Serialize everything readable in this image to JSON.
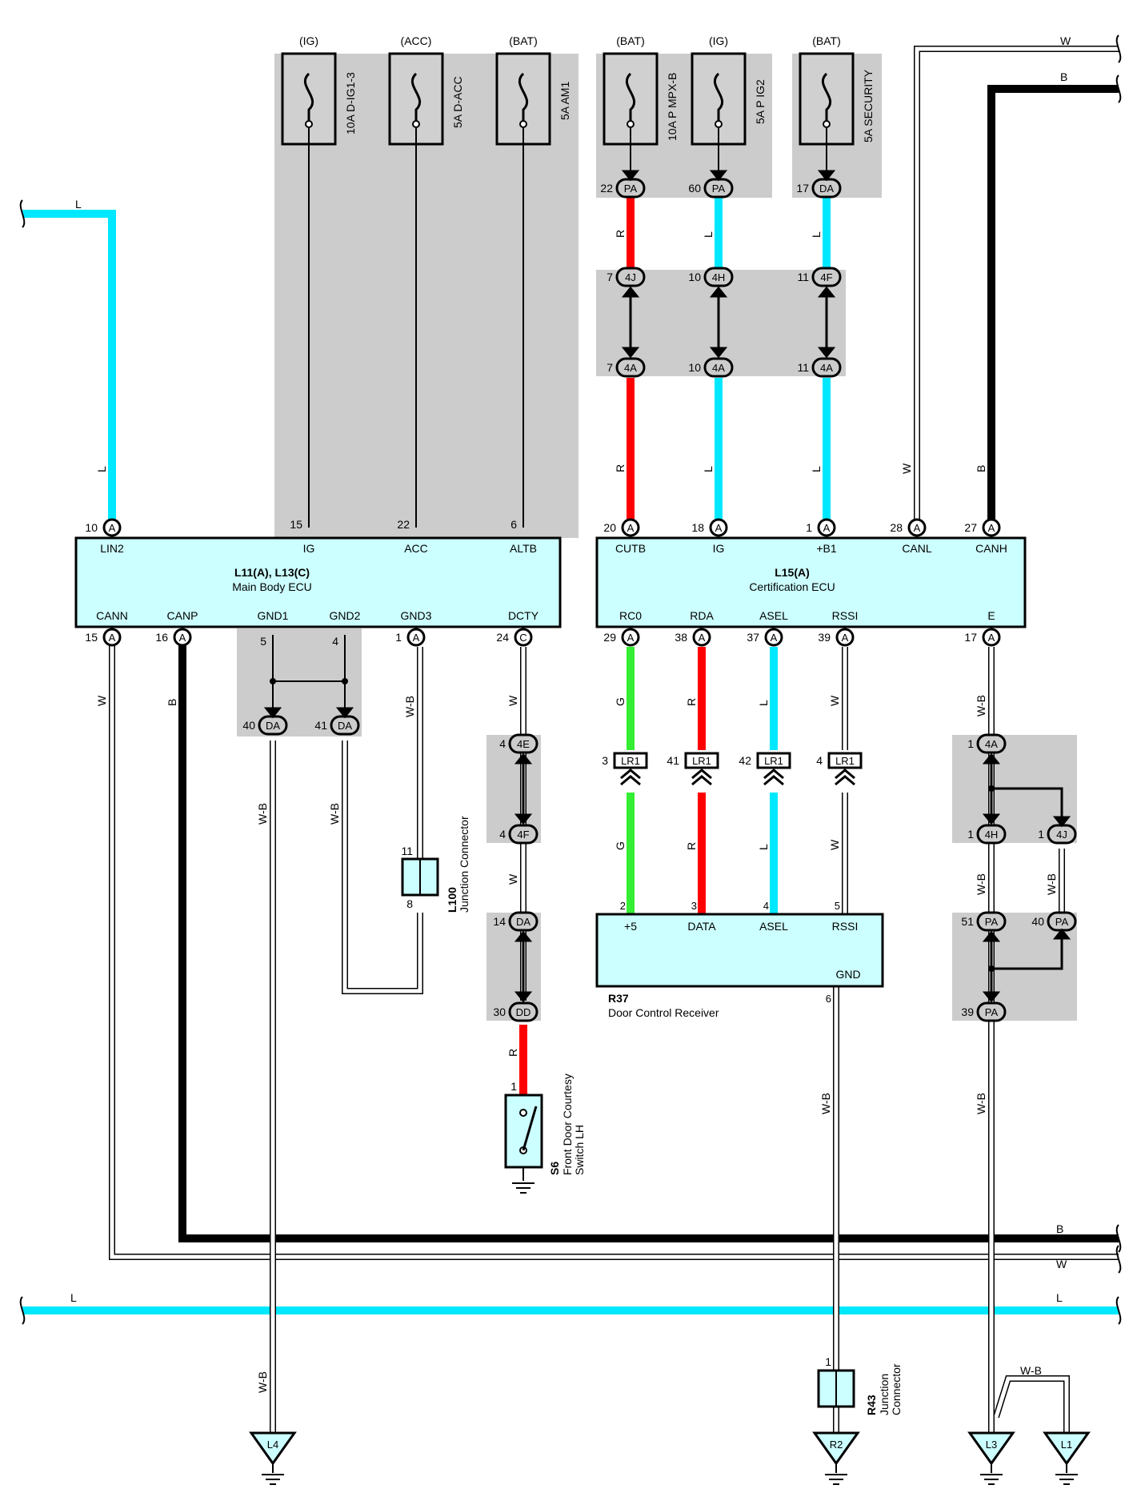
{
  "fuses": [
    {
      "source": "(IG)",
      "label": "10A D-IG1-3"
    },
    {
      "source": "(ACC)",
      "label": "5A D-ACC"
    },
    {
      "source": "(BAT)",
      "label": "5A AM1"
    },
    {
      "source": "(BAT)",
      "label": "10A P MPX-B"
    },
    {
      "source": "(IG)",
      "label": "5A P IG2"
    },
    {
      "source": "(BAT)",
      "label": "5A SECURITY"
    }
  ],
  "components": {
    "main_body_ecu": {
      "code": "L11(A), L13(C)",
      "name": "Main Body ECU",
      "pins_top": [
        {
          "num": "10",
          "conn": "A",
          "name": "LIN2"
        },
        {
          "num": "15",
          "conn": "",
          "name": "IG"
        },
        {
          "num": "22",
          "conn": "",
          "name": "ACC"
        },
        {
          "num": "6",
          "conn": "",
          "name": "ALTB"
        }
      ],
      "pins_bottom": [
        {
          "num": "15",
          "conn": "A",
          "name": "CANN"
        },
        {
          "num": "16",
          "conn": "A",
          "name": "CANP"
        },
        {
          "num": "5",
          "conn": "",
          "name": "GND1"
        },
        {
          "num": "4",
          "conn": "",
          "name": "GND2"
        },
        {
          "num": "1",
          "conn": "A",
          "name": "GND3"
        },
        {
          "num": "24",
          "conn": "C",
          "name": "DCTY"
        }
      ]
    },
    "certification_ecu": {
      "code": "L15(A)",
      "name": "Certification ECU",
      "pins_top": [
        {
          "num": "20",
          "conn": "A",
          "name": "CUTB"
        },
        {
          "num": "18",
          "conn": "A",
          "name": "IG"
        },
        {
          "num": "1",
          "conn": "A",
          "name": "+B1"
        },
        {
          "num": "28",
          "conn": "A",
          "name": "CANL"
        },
        {
          "num": "27",
          "conn": "A",
          "name": "CANH"
        }
      ],
      "pins_bottom": [
        {
          "num": "29",
          "conn": "A",
          "name": "RC0"
        },
        {
          "num": "38",
          "conn": "A",
          "name": "RDA"
        },
        {
          "num": "37",
          "conn": "A",
          "name": "ASEL"
        },
        {
          "num": "39",
          "conn": "A",
          "name": "RSSI"
        },
        {
          "num": "17",
          "conn": "A",
          "name": "E"
        }
      ]
    },
    "door_control_receiver": {
      "code": "R37",
      "name": "Door Control Receiver",
      "pins": [
        {
          "num": "2",
          "name": "+5"
        },
        {
          "num": "3",
          "name": "DATA"
        },
        {
          "num": "4",
          "name": "ASEL"
        },
        {
          "num": "5",
          "name": "RSSI"
        },
        {
          "num": "6",
          "name": "GND"
        }
      ]
    },
    "junction_l100": {
      "code": "L100",
      "name": "Junction Connector",
      "pins": [
        "11",
        "8"
      ]
    },
    "junction_r43": {
      "code": "R43",
      "name": "Junction\nConnector",
      "pin": "1"
    },
    "switch_s6": {
      "code": "S6",
      "name": "Front Door Courtesy\nSwitch LH",
      "pin": "1"
    }
  },
  "connectors": {
    "pa22": {
      "num": "22",
      "id": "PA"
    },
    "pa60": {
      "num": "60",
      "id": "PA"
    },
    "da17": {
      "num": "17",
      "id": "DA"
    },
    "j4j_7": {
      "num": "7",
      "id": "4J"
    },
    "j4h_10": {
      "num": "10",
      "id": "4H"
    },
    "j4f_11": {
      "num": "11",
      "id": "4F"
    },
    "j4a_7": {
      "num": "7",
      "id": "4A"
    },
    "j4a_10": {
      "num": "10",
      "id": "4A"
    },
    "j4a_11": {
      "num": "11",
      "id": "4A"
    },
    "da40": {
      "num": "40",
      "id": "DA"
    },
    "da41": {
      "num": "41",
      "id": "DA"
    },
    "e4_4": {
      "num": "4",
      "id": "4E"
    },
    "f4_4": {
      "num": "4",
      "id": "4F"
    },
    "da14": {
      "num": "14",
      "id": "DA"
    },
    "dd30": {
      "num": "30",
      "id": "DD"
    },
    "lr1_3": {
      "num": "3",
      "id": "LR1"
    },
    "lr1_41": {
      "num": "41",
      "id": "LR1"
    },
    "lr1_42": {
      "num": "42",
      "id": "LR1"
    },
    "lr1_4": {
      "num": "4",
      "id": "LR1"
    },
    "a4_1": {
      "num": "1",
      "id": "4A"
    },
    "h4_1": {
      "num": "1",
      "id": "4H"
    },
    "j4_1": {
      "num": "1",
      "id": "4J"
    },
    "pa51": {
      "num": "51",
      "id": "PA"
    },
    "pa40": {
      "num": "40",
      "id": "PA"
    },
    "pa39": {
      "num": "39",
      "id": "PA"
    }
  },
  "grounds": [
    "L4",
    "R2",
    "L3",
    "L1"
  ],
  "wire_labels": {
    "l": "L",
    "w": "W",
    "b": "B",
    "r": "R",
    "g": "G",
    "wb": "W-B"
  },
  "colors": {
    "light_blue": "#00e8ff",
    "red": "#ff0000",
    "green": "#33ee33",
    "black": "#000000",
    "ecu_fill": "#ccffff",
    "shade": "#cccccc"
  }
}
